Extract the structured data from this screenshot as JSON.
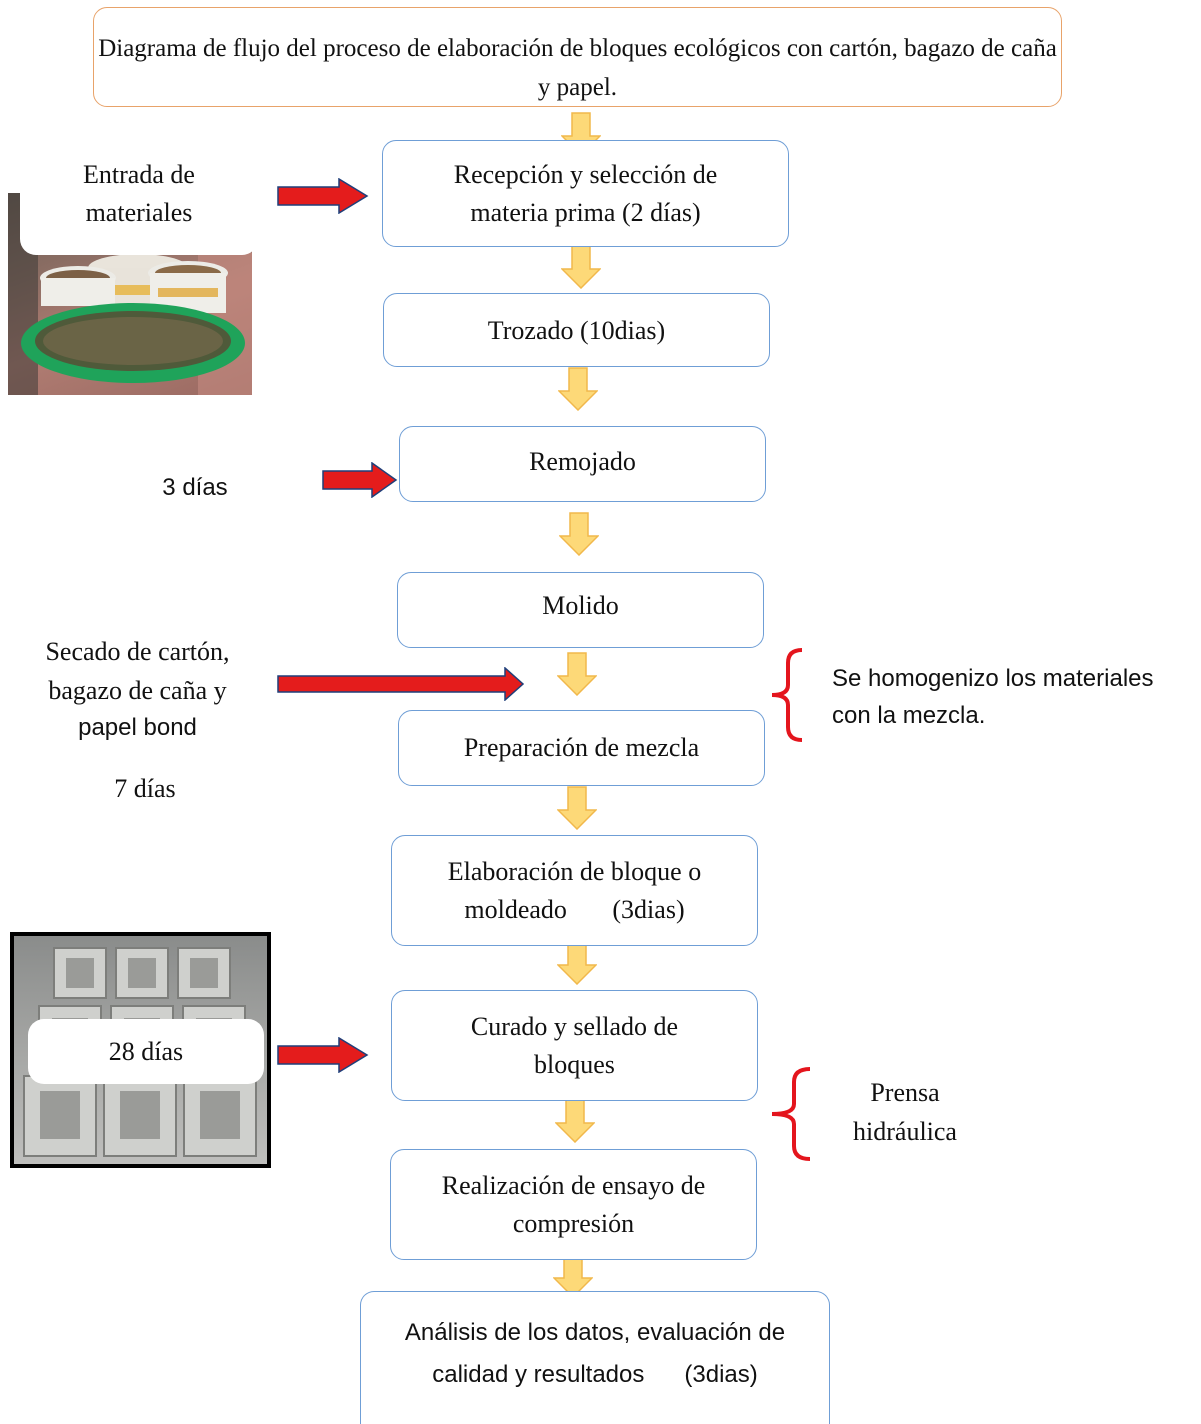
{
  "title": "Diagrama de flujo del proceso de elaboración de bloques ecológicos con cartón, bagazo de caña y papel.",
  "steps": [
    {
      "line1": "Recepción y selección de",
      "line2": "materia prima   (2 días)"
    },
    {
      "line1": "Trozado  (10dias)"
    },
    {
      "line1": "Remojado"
    },
    {
      "line1": "Molido"
    },
    {
      "line1": "Preparación de mezcla"
    },
    {
      "line1": "Elaboración de bloque o",
      "line2": "moldeado       (3dias)"
    },
    {
      "line1": "Curado y sellado de",
      "line2": "bloques"
    },
    {
      "line1": "Realización de ensayo de",
      "line2": "compresión"
    },
    {
      "line1": "Análisis de los datos, evaluación de",
      "line2": "calidad y resultados      (3dias)"
    }
  ],
  "side_labels": {
    "entrada": {
      "line1": "Entrada de",
      "line2": "materiales"
    },
    "remojado_days": "3 días",
    "secado": {
      "line1": "Secado de cartón,",
      "line2": "bagazo de caña y",
      "line3": "papel bond"
    },
    "secado_days": "7 días",
    "curado_days": "28 días",
    "homogenizo": {
      "line1": "Se homogenizo los materiales",
      "line2": "con la mezcla."
    },
    "prensa": {
      "line1": "Prensa",
      "line2": "hidráulica"
    }
  },
  "photos": {
    "buckets": "buckets-photo",
    "blocks": "blocks-photo"
  },
  "colors": {
    "down_arrow_fill": "#fdd978",
    "down_arrow_stroke": "#f1b84b",
    "red_arrow": "#e41c1c",
    "brace": "#e4151d",
    "box_border": "#6f9ed6",
    "title_border": "#e8a36a"
  }
}
